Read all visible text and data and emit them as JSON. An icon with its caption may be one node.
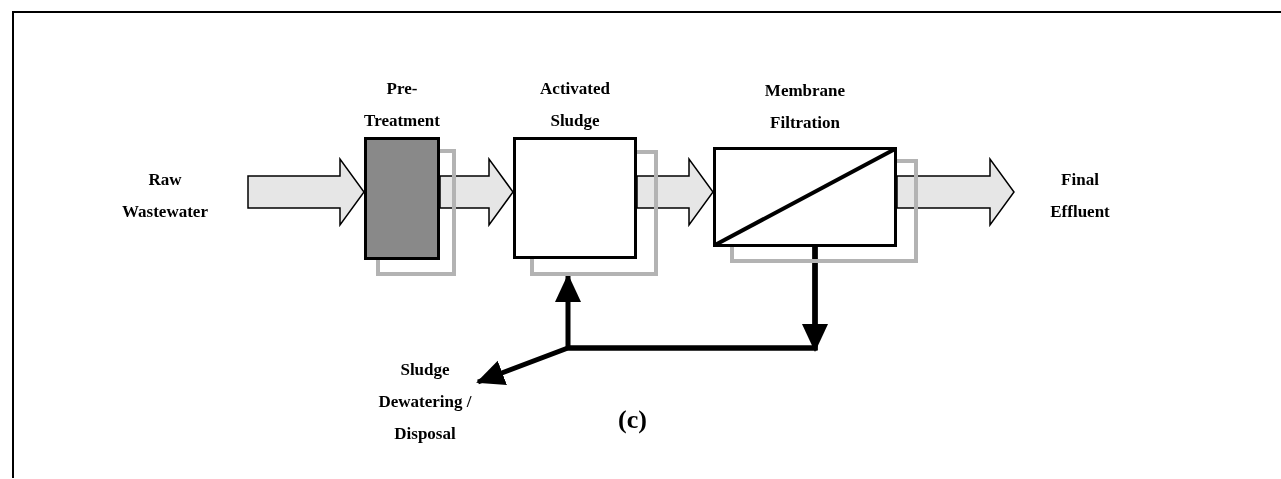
{
  "diagram": {
    "nodes": [
      {
        "text": [
          "Raw Wastewater"
        ]
      },
      {
        "text": [
          "Pre- Treatment"
        ]
      },
      {
        "text": [
          "Activated Sludge"
        ]
      },
      {
        "text": [
          "Membrane Filtration"
        ]
      },
      {
        "text": [
          "Final Effluent"
        ]
      },
      {
        "text": [
          "Sludge Dewatering / Disposal"
        ]
      }
    ],
    "edges": [
      {
        "from": 0,
        "to": 1,
        "arrow": "to",
        "style": "thick"
      },
      {
        "from": 1,
        "to": 2,
        "arrow": "to",
        "style": "thick"
      },
      {
        "from": 2,
        "to": 3,
        "arrow": "to",
        "style": "thick"
      },
      {
        "from": 3,
        "to": 4,
        "arrow": "to",
        "style": "thick"
      },
      {
        "from": 3,
        "to": 2,
        "arrow": "to"
      },
      {
        "from": 3,
        "to": 5,
        "arrow": "to"
      }
    ],
    "labels": [
      "(c)"
    ]
  }
}
